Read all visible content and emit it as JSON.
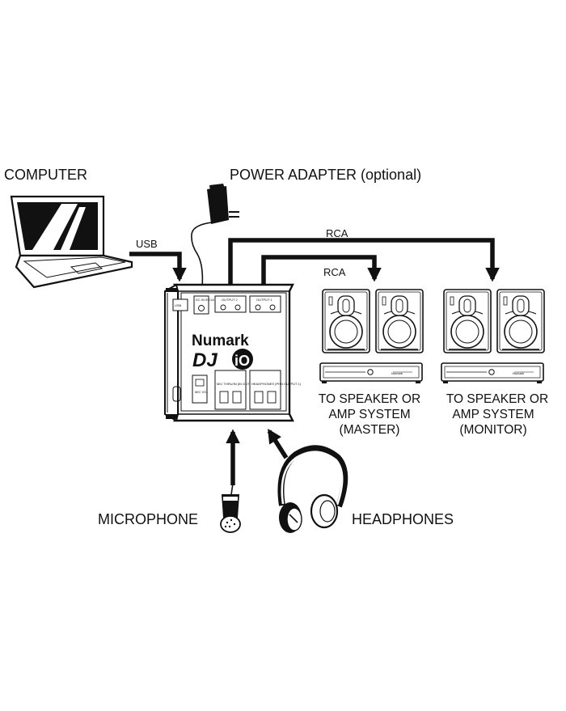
{
  "labels": {
    "computer": "COMPUTER",
    "power_adapter": "POWER ADAPTER (optional)",
    "usb": "USB",
    "rca_top": "RCA",
    "rca_bottom": "RCA",
    "microphone": "MICROPHONE",
    "headphones": "HEADPHONES"
  },
  "device": {
    "brand": "Numark",
    "model_prefix": "DJ",
    "model_suffix": "iO",
    "ports": {
      "usb": "USB",
      "dc_in": "DC IN 5V/1A",
      "output_2": "OUTPUT 2",
      "output_1": "OUTPUT 1",
      "mic_vol": "MIC VOL",
      "mic_thru": "MIC THRU/IN (IN OUTPUT 2)",
      "headphones": "HEADPHONES (PHN OUTPUT 1)"
    }
  },
  "master": {
    "lines": [
      "TO SPEAKER OR",
      "AMP SYSTEM",
      "(MASTER)"
    ],
    "amp_brand": "Numark"
  },
  "monitor": {
    "lines": [
      "TO SPEAKER OR",
      "AMP SYSTEM",
      "(MONITOR)"
    ],
    "amp_brand": "Numark"
  },
  "colors": {
    "ink": "#111111",
    "background": "#ffffff"
  }
}
